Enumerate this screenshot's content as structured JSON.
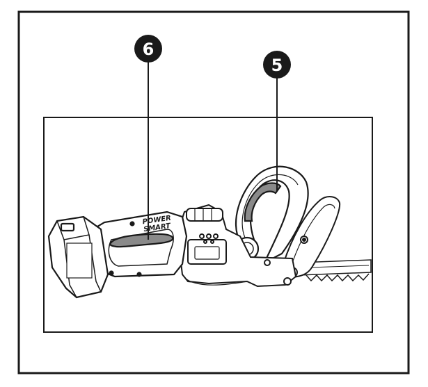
{
  "callouts": [
    {
      "id": "6",
      "label": "6"
    },
    {
      "id": "5",
      "label": "5"
    }
  ],
  "brand": {
    "line1": "POWER",
    "line2": "SMART"
  },
  "colors": {
    "ink": "#1a1a1a",
    "handle_grip": "#8a8a8a",
    "paper": "#ffffff"
  }
}
